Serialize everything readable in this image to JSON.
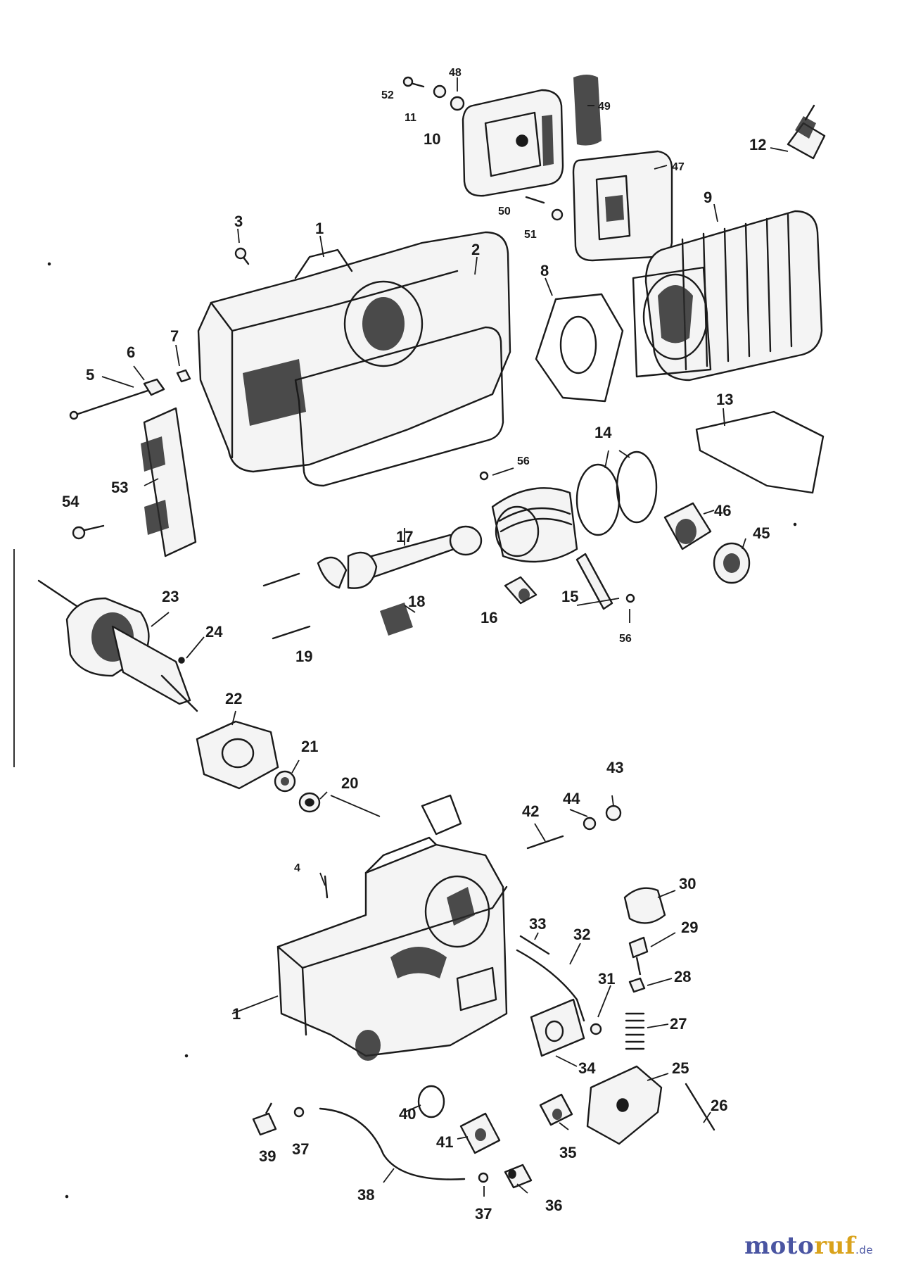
{
  "labels": {
    "n1": "1",
    "n1b": "1",
    "n2": "2",
    "n3": "3",
    "n4": "4",
    "n5": "5",
    "n6": "6",
    "n7": "7",
    "n8": "8",
    "n9": "9",
    "n10": "10",
    "n11": "11",
    "n12": "12",
    "n13": "13",
    "n14": "14",
    "n15": "15",
    "n16": "16",
    "n17": "17",
    "n18": "18",
    "n19": "19",
    "n20": "20",
    "n21": "21",
    "n22": "22",
    "n23": "23",
    "n24": "24",
    "n25": "25",
    "n26": "26",
    "n27": "27",
    "n28": "28",
    "n29": "29",
    "n30": "30",
    "n31": "31",
    "n32": "32",
    "n33": "33",
    "n34": "34",
    "n35": "35",
    "n36": "36",
    "n37": "37",
    "n37b": "37",
    "n38": "38",
    "n39": "39",
    "n40": "40",
    "n41": "41",
    "n42": "42",
    "n43": "43",
    "n44": "44",
    "n45": "45",
    "n46": "46",
    "n47": "47",
    "n48": "48",
    "n49": "49",
    "n50": "50",
    "n51": "51",
    "n52": "52",
    "n53": "53",
    "n54": "54",
    "n56": "56",
    "n56b": "56"
  },
  "watermark": {
    "part1": "moto",
    "part2": "ruf",
    "suffix": ".de"
  },
  "colors": {
    "brand_blue": "#4a55a2",
    "brand_gold": "#d9a21b",
    "ink": "#1a1a1a"
  }
}
